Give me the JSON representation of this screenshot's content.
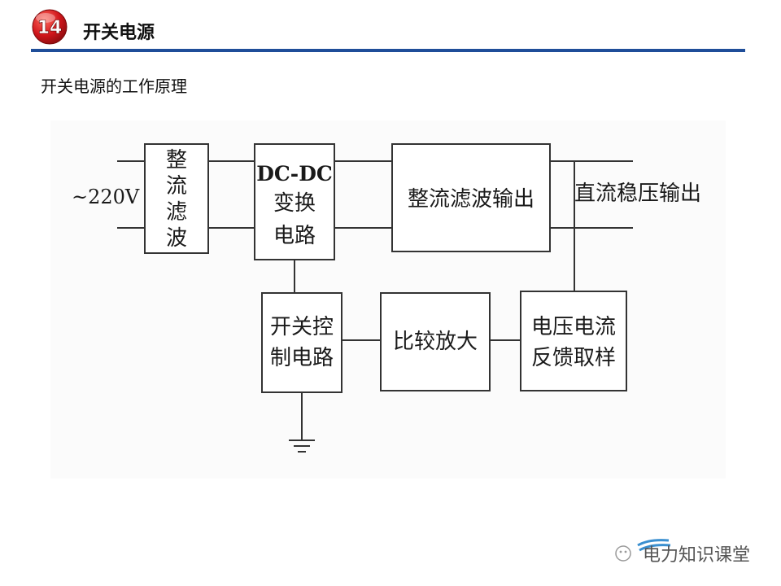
{
  "header": {
    "page_number": "14",
    "title": "开关电源"
  },
  "subtitle": "开关电源的工作原理",
  "diagram": {
    "input_label": "~220V",
    "output_label": "直流稳压输出",
    "blocks": {
      "rectifier_filter": [
        "整",
        "流",
        "滤",
        "波"
      ],
      "dcdc": [
        "DC-DC",
        "变换",
        "电路"
      ],
      "output_rectifier": "整流滤波输出",
      "switch_control": [
        "开关控",
        "制电路"
      ],
      "comparator_amp": "比较放大",
      "feedback_sampling": [
        "电压电流",
        "反馈取样"
      ]
    }
  },
  "watermark": {
    "text": "电力知识课堂"
  },
  "colors": {
    "header_rule": "#1f4e99",
    "badge_red": "#d0161b"
  }
}
